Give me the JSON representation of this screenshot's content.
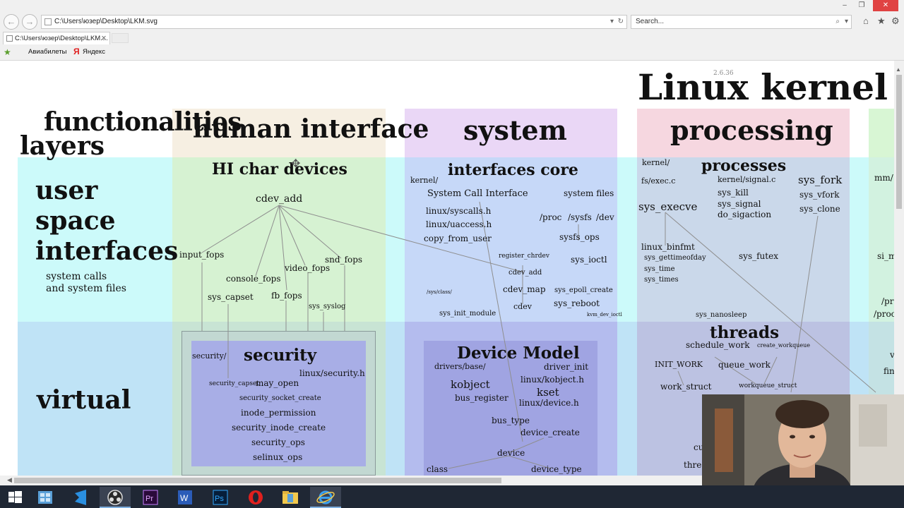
{
  "browser": {
    "address": "C:\\Users\\юзер\\Desktop\\LKM.svg",
    "search_placeholder": "Search...",
    "tab_title": "C:\\Users\\юзер\\Desktop\\LKM....",
    "favorites": [
      "Авиабилеты",
      "Яндекс"
    ]
  },
  "diagram": {
    "version": "2.6.36",
    "title": "Linux kernel m",
    "header_functionalities": "functionalities",
    "header_layers": "layers",
    "columns": [
      "human interface",
      "system",
      "processing"
    ],
    "rows": {
      "user": "user",
      "space": "space",
      "interfaces": "interfaces",
      "user_sub1": "system calls",
      "user_sub2": "and system files",
      "virtual": "virtual"
    },
    "hi": {
      "title": "HI char devices",
      "cdev_add": "cdev_add",
      "input_fops": "input_fops",
      "console_fops": "console_fops",
      "video_fops": "video_fops",
      "snd_fops": "snd_fops",
      "fb_fops": "fb_fops",
      "sys_capset": "sys_capset",
      "sys_syslog": "sys_syslog"
    },
    "security": {
      "title": "security",
      "dir": "security/",
      "header": "linux/security.h",
      "security_capset": "security_capset",
      "may_open": "may_open",
      "security_socket_create": "security_socket_create",
      "inode_permission": "inode_permission",
      "security_inode_create": "security_inode_create",
      "security_ops": "security_ops",
      "selinux_ops": "selinux_ops"
    },
    "system": {
      "title": "interfaces core",
      "kernel": "kernel/",
      "sci": "System Call Interface",
      "system_files": "system files",
      "syscalls_h": "linux/syscalls.h",
      "uaccess_h": "linux/uaccess.h",
      "copy_from_user": "copy_from_user",
      "proc": "/proc",
      "sysfs": "/sysfs",
      "dev": "/dev",
      "sysfs_ops": "sysfs_ops",
      "register_chrdev": "register_chrdev",
      "cdev_add": "cdev_add",
      "cdev_map": "cdev_map",
      "cdev": "cdev",
      "sys_ioctl": "sys_ioctl",
      "sys_epoll_create": "sys_epoll_create",
      "sys_reboot": "sys_reboot",
      "sys_class": "/sys/class/",
      "sys_init_module": "sys_init_module",
      "kvm_dev_ioctl": "kvm_dev_ioctl"
    },
    "device_model": {
      "title": "Device Model",
      "drivers_base": "drivers/base/",
      "driver_init": "driver_init",
      "kobject": "kobject",
      "kobject_h": "linux/kobject.h",
      "kset": "kset",
      "bus_register": "bus_register",
      "device_h": "linux/device.h",
      "bus_type": "bus_type",
      "device_create": "device_create",
      "device": "device",
      "class": "class",
      "device_type": "device_type"
    },
    "processing": {
      "kernel": "kernel/",
      "title": "processes",
      "fs_exec": "fs/exec.c",
      "signal_c": "kernel/signal.c",
      "sys_fork": "sys_fork",
      "sys_kill": "sys_kill",
      "sys_vfork": "sys_vfork",
      "sys_execve": "sys_execve",
      "sys_signal": "sys_signal",
      "sys_clone": "sys_clone",
      "do_sigaction": "do_sigaction",
      "linux_binfmt": "linux_binfmt",
      "sys_gettimeofday": "sys_gettimeofday",
      "sys_futex": "sys_futex",
      "sys_time": "sys_time",
      "sys_times": "sys_times",
      "sys_nanosleep": "sys_nanosleep",
      "threads": "threads",
      "schedule_work": "schedule_work",
      "create_workqueue": "create_workqueue",
      "init_work": "INIT_WORK",
      "queue_work": "queue_work",
      "work_struct": "work_struct",
      "workqueue_struct": "workqueue_struct",
      "cu": "cu",
      "threa": "threa"
    },
    "edge": {
      "mm": "mm/",
      "si_m": "si_m",
      "pro": "/pro",
      "proca": "/proca",
      "v": "v",
      "fin": "fin"
    }
  },
  "colors": {
    "human_header": "#f6efe2",
    "system_header": "#ead7f6",
    "processing_header": "#f6d7e0",
    "user_row": "#ccfafa",
    "virtual_row": "#bfe3f6",
    "hi_user": "#d6f2d2",
    "hi_virtual": "#c8e4d4",
    "sys_user": "#c6d8f8",
    "sys_virtual": "#b4bcee",
    "proc_user": "#cad8ea",
    "proc_virtual": "#bcc2e2",
    "security_box": "#a8aee6",
    "device_box": "#a0a4e2",
    "taskbar": "#1f2734"
  }
}
